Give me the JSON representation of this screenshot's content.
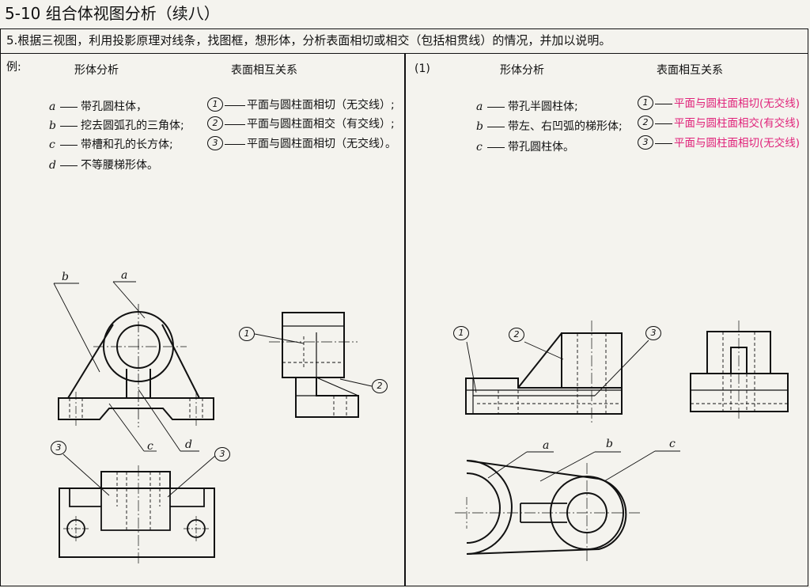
{
  "header": {
    "title": "5-10  组合体视图分析（续八）"
  },
  "instruction": "5.根据三视图，利用投影原理对线条，找图框，想形体，分析表面相切或相交（包括相贯线）的情况，并加以说明。",
  "left": {
    "tag": "例:",
    "col_shape": "形体分析",
    "col_relation": "表面相互关系",
    "shapes": [
      {
        "letter": "a",
        "text": "带孔圆柱体，"
      },
      {
        "letter": "b",
        "text": "挖去圆弧孔的三角体;"
      },
      {
        "letter": "c",
        "text": "带槽和孔的长方体;"
      },
      {
        "letter": "d",
        "text": "不等腰梯形体。"
      }
    ],
    "relations": [
      {
        "num": "1",
        "text": "平面与圆柱面相切（无交线）;"
      },
      {
        "num": "2",
        "text": "平面与圆柱面相交（有交线）;"
      },
      {
        "num": "3",
        "text": "平面与圆柱面相切（无交线）。"
      }
    ],
    "drawing_labels": {
      "a": "a",
      "b": "b",
      "c": "c",
      "d": "d",
      "n1": "1",
      "n2": "2",
      "n3a": "3",
      "n3b": "3"
    }
  },
  "right": {
    "tag": "(1)",
    "col_shape": "形体分析",
    "col_relation": "表面相互关系",
    "shapes": [
      {
        "letter": "a",
        "text": "带孔半圆柱体;"
      },
      {
        "letter": "b",
        "text": "带左、右凹弧的梯形体;"
      },
      {
        "letter": "c",
        "text": "带孔圆柱体。"
      }
    ],
    "relations": [
      {
        "num": "1",
        "text": "平面与圆柱面相切(无交线)"
      },
      {
        "num": "2",
        "text": "平面与圆柱面相交(有交线)"
      },
      {
        "num": "3",
        "text": "平面与圆柱面相切(无交线)"
      }
    ],
    "drawing_labels": {
      "n1": "1",
      "n2": "2",
      "n3": "3",
      "a": "a",
      "b": "b",
      "c": "c"
    }
  },
  "colors": {
    "answer": "#e0237a",
    "ink": "#111111",
    "paper": "#f4f3ee"
  }
}
